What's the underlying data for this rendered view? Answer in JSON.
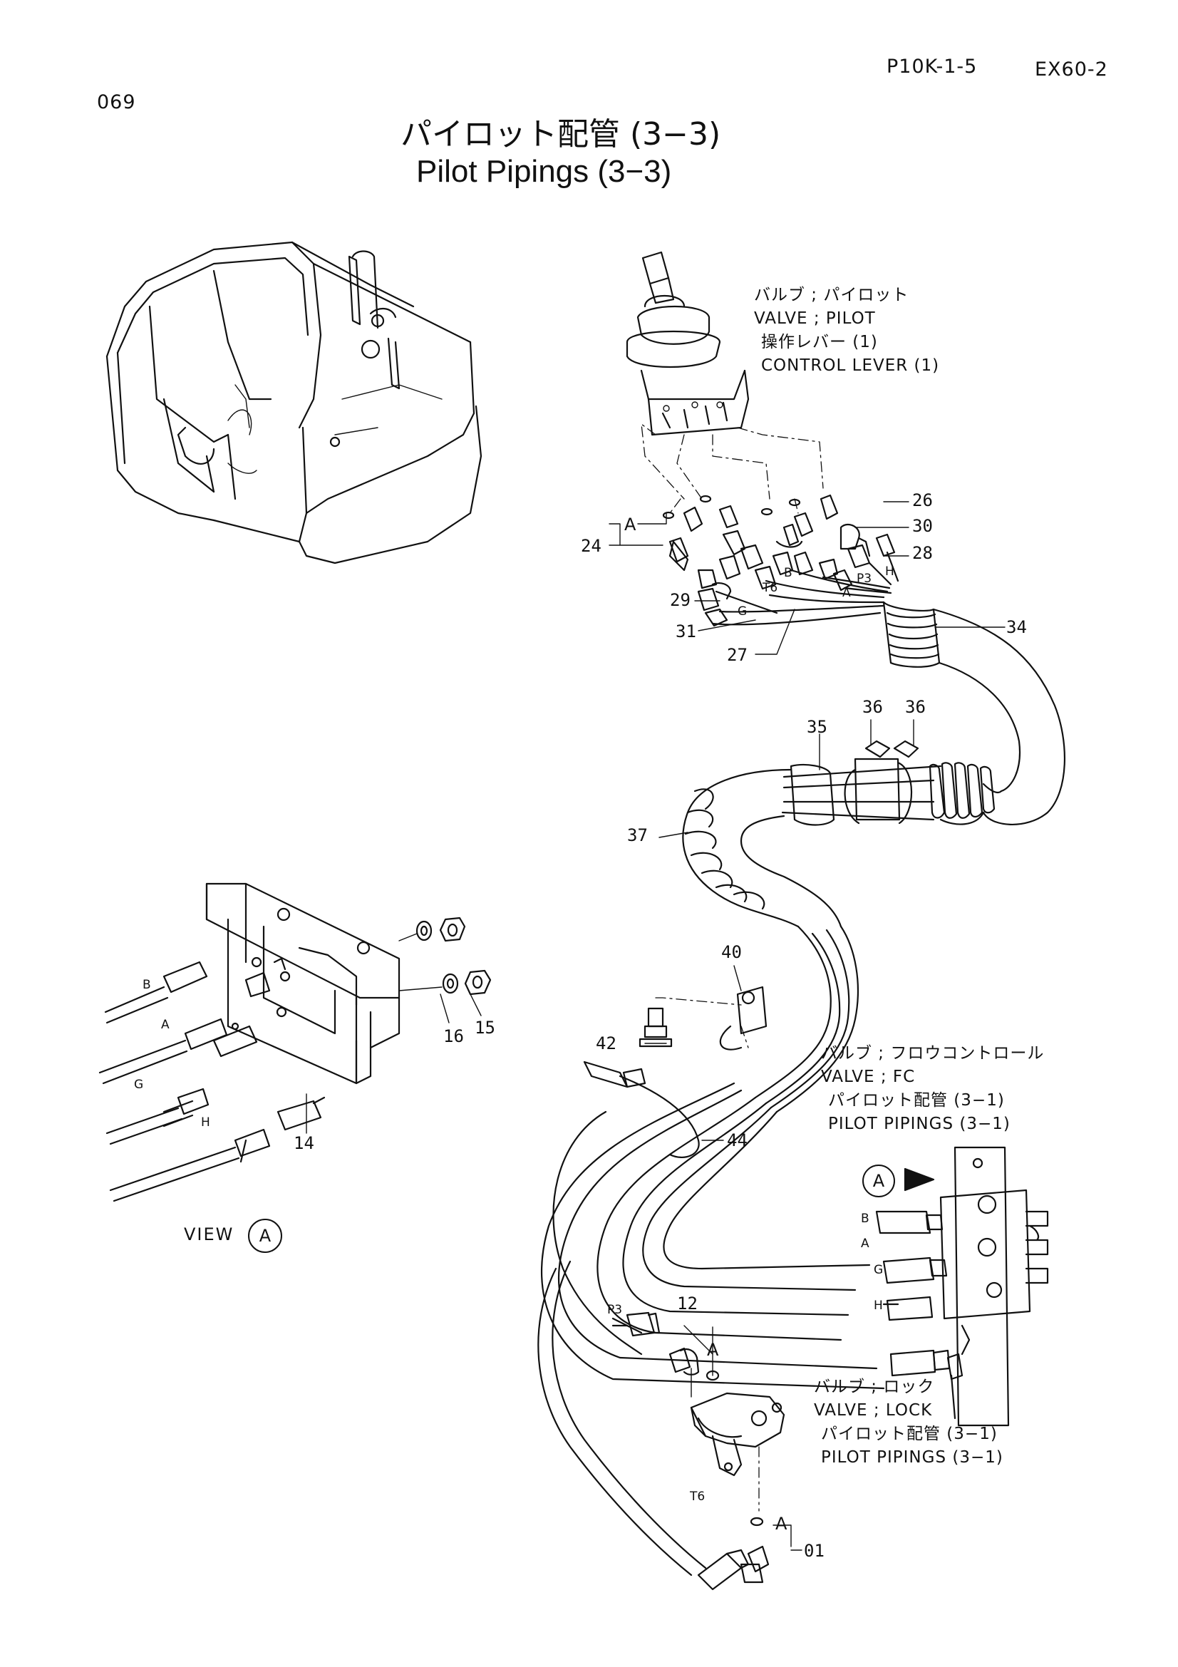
{
  "header": {
    "page_code": "P10K-1-5",
    "model": "EX60-2",
    "page_number": "069"
  },
  "title": {
    "japanese": "パイロット配管 (3−3)",
    "english": "Pilot Pipings (3−3)"
  },
  "notes": {
    "pilot_valve": [
      "バルブ ; パイロット",
      "VALVE ; PILOT",
      "操作レバー (1)",
      "CONTROL LEVER (1)"
    ],
    "fc_valve": [
      "バルブ ; フロウコントロール",
      "VALVE ; FC",
      "パイロット配管 (3−1)",
      "PILOT  PIPINGS (3−1)"
    ],
    "lock_valve": [
      "バルブ ; ロック",
      "VALVE ; LOCK",
      "パイロット配管 (3−1)",
      "PILOT  PIPINGS (3−1)"
    ]
  },
  "view": {
    "label": "VIEW",
    "letter": "A"
  },
  "callouts": {
    "c24": "24",
    "c26": "26",
    "c30": "30",
    "c28": "28",
    "c29": "29",
    "c31": "31",
    "c27": "27",
    "c34": "34",
    "c35": "35",
    "c36a": "36",
    "c36b": "36",
    "c37": "37",
    "c40": "40",
    "c42": "42",
    "c44": "44",
    "c12": "12",
    "c01": "01",
    "c14": "14",
    "c16": "16",
    "c15": "15"
  },
  "hose_labels": {
    "top_A": "A",
    "top_B": "B",
    "top_T6": "T6",
    "top_G": "G",
    "top_P3": "P3",
    "top_H": "H",
    "top_A2": "A",
    "fc_B": "B",
    "fc_A": "A",
    "fc_G": "G",
    "fc_H": "H",
    "view_B": "B",
    "view_A": "A",
    "view_G": "G",
    "view_H": "H",
    "lock_P3": "P3",
    "lock_T6": "T6",
    "lock_A": "A",
    "lock_A2": "A",
    "fc_arrow_A": "A"
  }
}
